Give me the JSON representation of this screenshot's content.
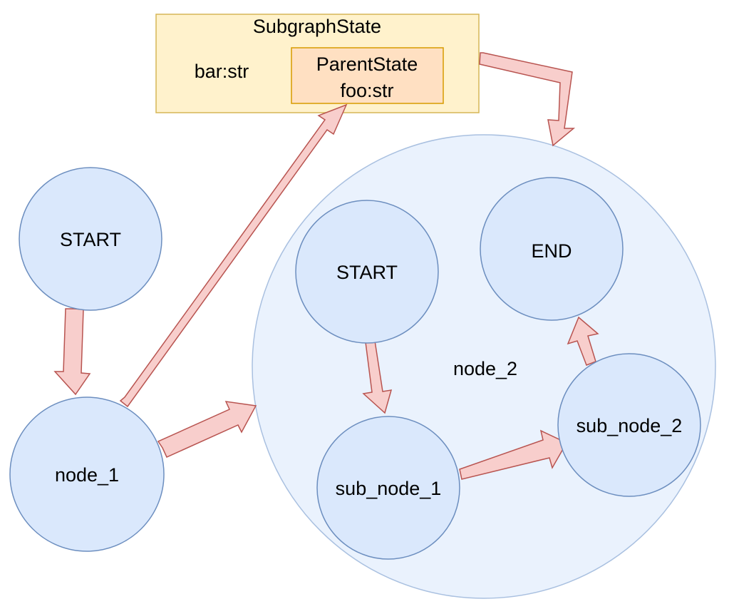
{
  "colors": {
    "node_fill": "#dae8fc",
    "node_stroke": "#6c8ebf",
    "subgraph_fill": "#eaf2fd",
    "subgraph_stroke": "#a9c0e0",
    "state_fill": "#fff2cc",
    "state_stroke": "#d6b656",
    "parent_state_fill": "#ffe0c2",
    "parent_state_stroke": "#d79b00",
    "arrow_fill": "#f8cecc",
    "arrow_stroke": "#b85450"
  },
  "subgraph_state": {
    "title": "SubgraphState",
    "field": "bar:str",
    "parent_state": {
      "title": "ParentState",
      "field": "foo:str"
    }
  },
  "nodes": {
    "start": "START",
    "node_1": "node_1",
    "node_2": "node_2",
    "sub_start": "START",
    "sub_end": "END",
    "sub_node_1": "sub_node_1",
    "sub_node_2": "sub_node_2"
  }
}
